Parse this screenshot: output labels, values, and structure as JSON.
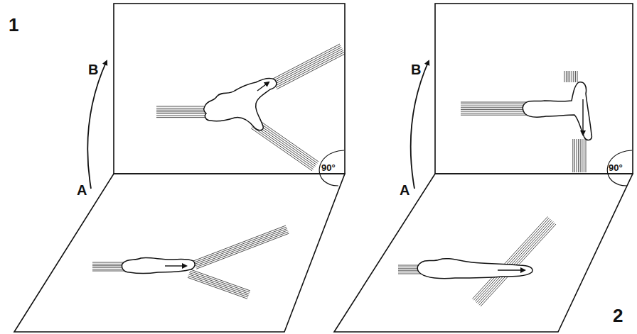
{
  "diagram": {
    "labels": [
      "1",
      "B",
      "A",
      "90°",
      "B",
      "A",
      "90°",
      "2"
    ]
  }
}
